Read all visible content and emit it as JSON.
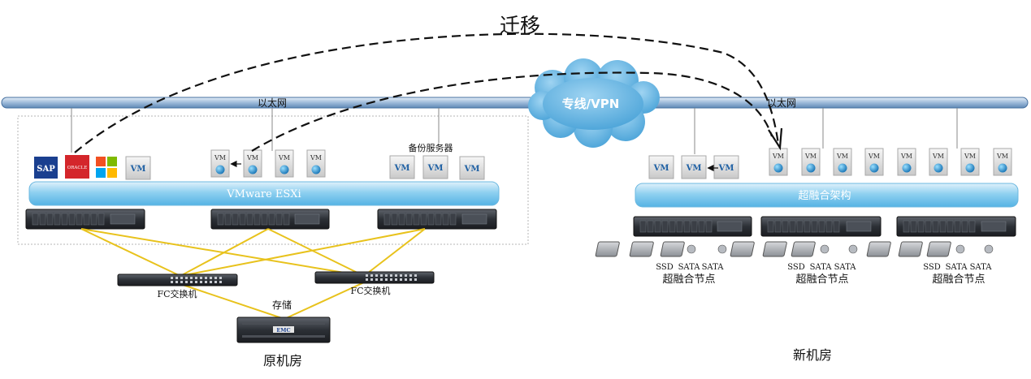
{
  "title": "迁移",
  "cloud_label": "专线/VPN",
  "left": {
    "network_label": "以太网",
    "platform_label": "VMware ESXi",
    "backup_label": "备份服务器",
    "switch_label": "FC交换机",
    "storage_label": "存储",
    "storage_brand": "EMC",
    "room_label": "原机房",
    "app_logos": [
      {
        "name": "SAP",
        "color": "#1a3f8f"
      },
      {
        "name": "ORACLE",
        "color": "#d4262b"
      },
      {
        "name": "windows",
        "colors": [
          "#f25022",
          "#7fba00",
          "#00a4ef",
          "#ffb900"
        ]
      }
    ]
  },
  "right": {
    "network_label": "以太网",
    "platform_label": "超融合架构",
    "node_label": "超融合节点",
    "disk_labels": [
      "SSD",
      "SATA",
      "SATA"
    ],
    "room_label": "新机房"
  },
  "vm_label": "VM"
}
